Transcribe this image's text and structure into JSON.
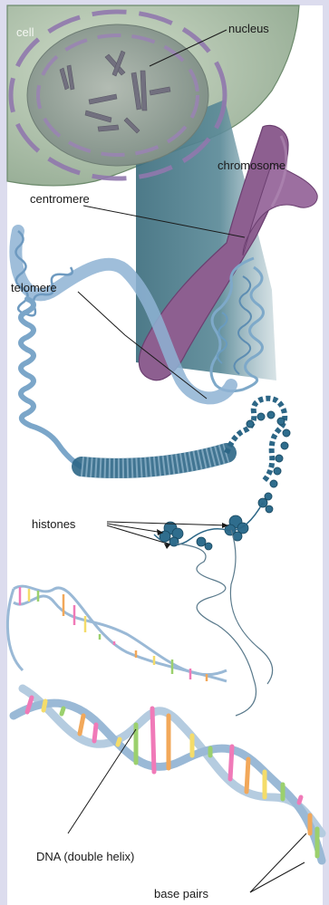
{
  "labels": {
    "cell": "cell",
    "nucleus": "nucleus",
    "chromosome": "chromosome",
    "centromere": "centromere",
    "telomere": "telomere",
    "histones": "histones",
    "dna": "DNA (double helix)",
    "base_pairs": "base pairs"
  },
  "colors": {
    "frame": "#dcdcee",
    "cell": "#b9cbb6",
    "nucleus": "#8e9c92",
    "chromatin_ring": "#8a6fa6",
    "chromosome": "#8d5f90",
    "zoom_band": "#4f7f8f",
    "dna_strand": "#9ab9d6",
    "histone": "#2f6d8d",
    "base_pink": "#f07ab8",
    "base_yellow": "#f4dc6a",
    "base_green": "#9bd06d",
    "base_orange": "#f2a85a"
  }
}
